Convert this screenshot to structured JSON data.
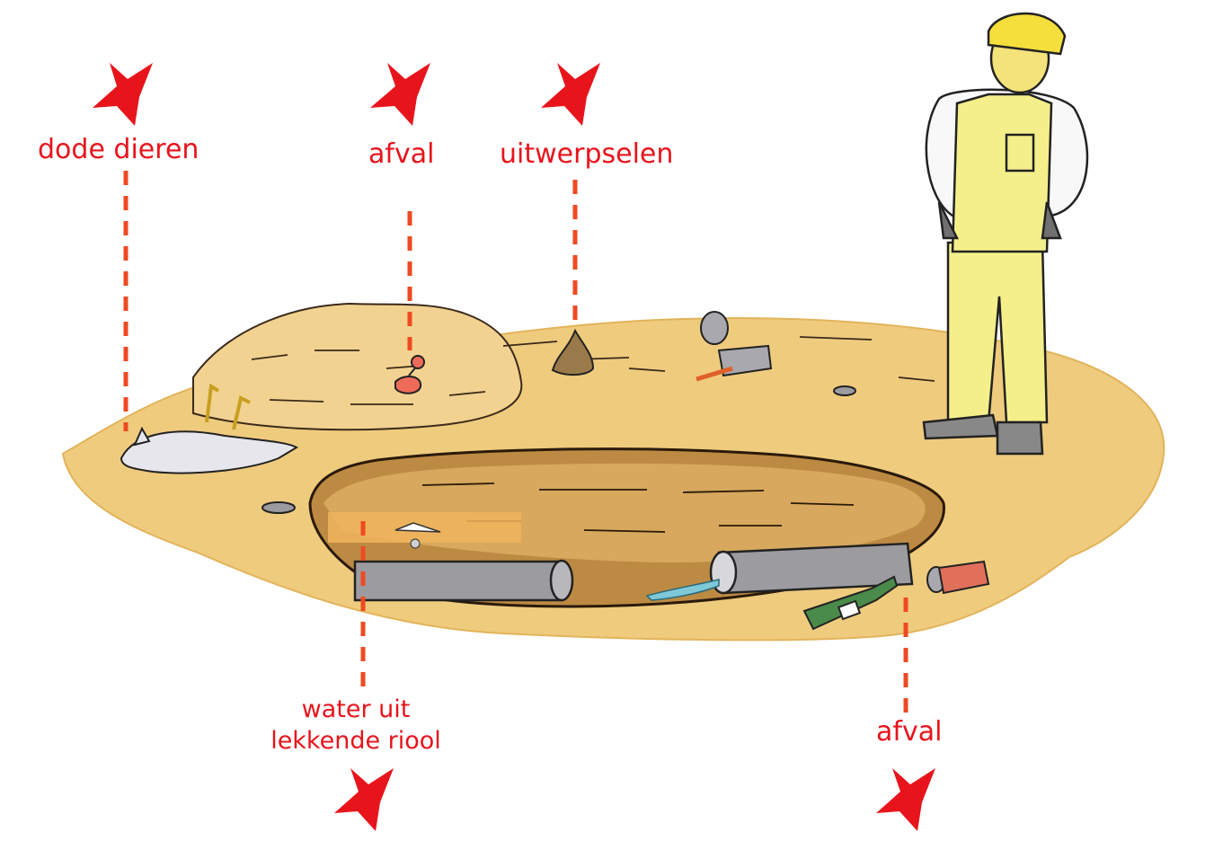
{
  "labels": {
    "dead_animals": "dode dieren",
    "waste_top": "afval",
    "feces": "uitwerpselen",
    "sewer_line1": "water uit",
    "sewer_line2": "lekkende riool",
    "waste_bottom": "afval"
  },
  "icons": {
    "marker": "red-cross-icon"
  },
  "colors": {
    "accent": "#e8141c",
    "leader": "#ee4a22",
    "ground": "#efcb7e",
    "helmet": "#f4df3c",
    "overall": "#f4ef8a",
    "pipe": "#9c9ca0"
  }
}
